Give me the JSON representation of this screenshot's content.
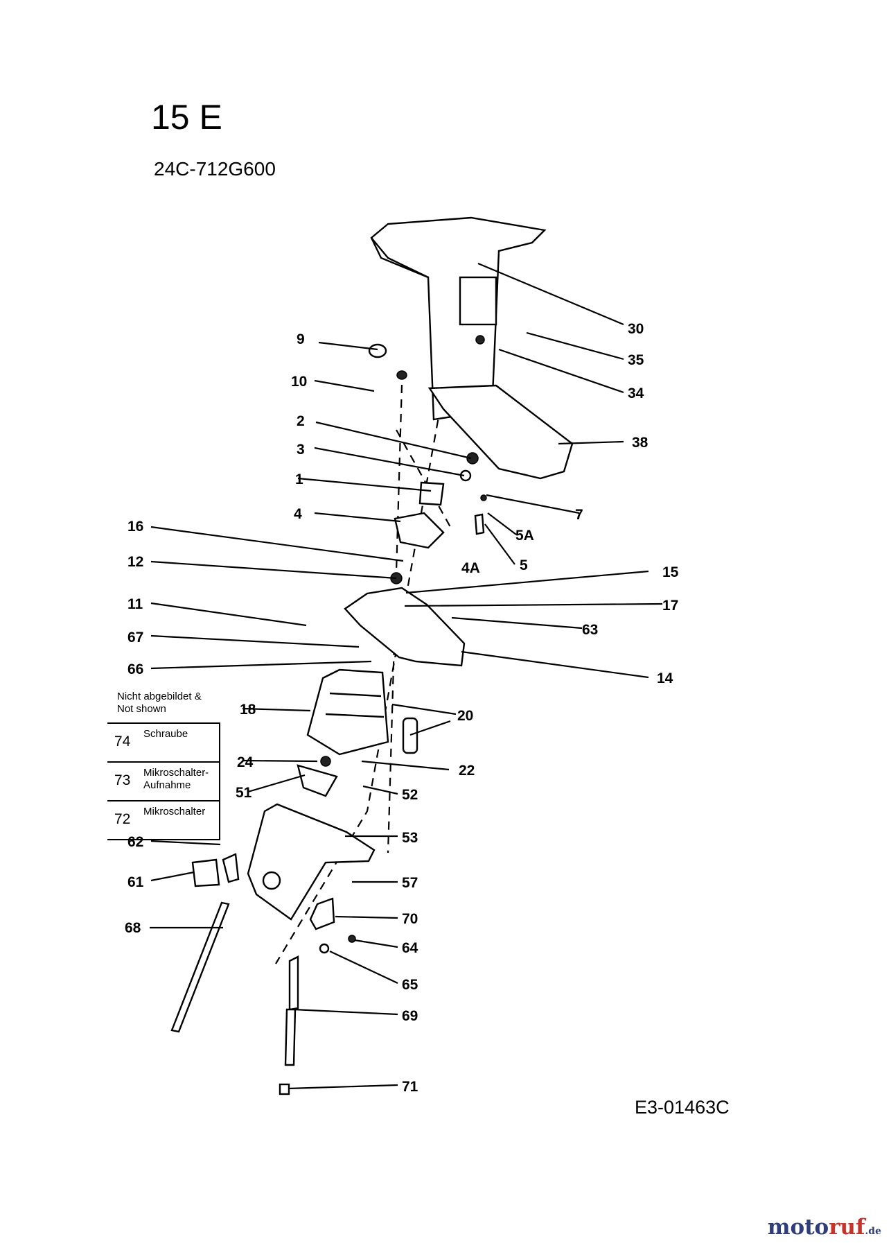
{
  "title": "15 E",
  "subtitle": "24C-712G600",
  "drawing_code": "E3-01463C",
  "legend": {
    "header": [
      "Nicht abgebildet &",
      "Not shown"
    ],
    "rows": [
      {
        "num": "74",
        "text": [
          "Schraube"
        ]
      },
      {
        "num": "73",
        "text": [
          "Mikroschalter-",
          "Aufnahme"
        ]
      },
      {
        "num": "72",
        "text": [
          "Mikroschalter"
        ]
      }
    ]
  },
  "callouts": [
    "30",
    "35",
    "34",
    "38",
    "9",
    "10",
    "2",
    "3",
    "1",
    "7",
    "5A",
    "4",
    "4A",
    "5",
    "16",
    "12",
    "15",
    "17",
    "11",
    "63",
    "67",
    "66",
    "14",
    "18",
    "20",
    "24",
    "22",
    "51",
    "52",
    "53",
    "62",
    "61",
    "57",
    "68",
    "70",
    "64",
    "65",
    "69",
    "71"
  ],
  "watermark": {
    "part_a": "moto",
    "part_b": "ruf",
    "part_c": ".de"
  }
}
